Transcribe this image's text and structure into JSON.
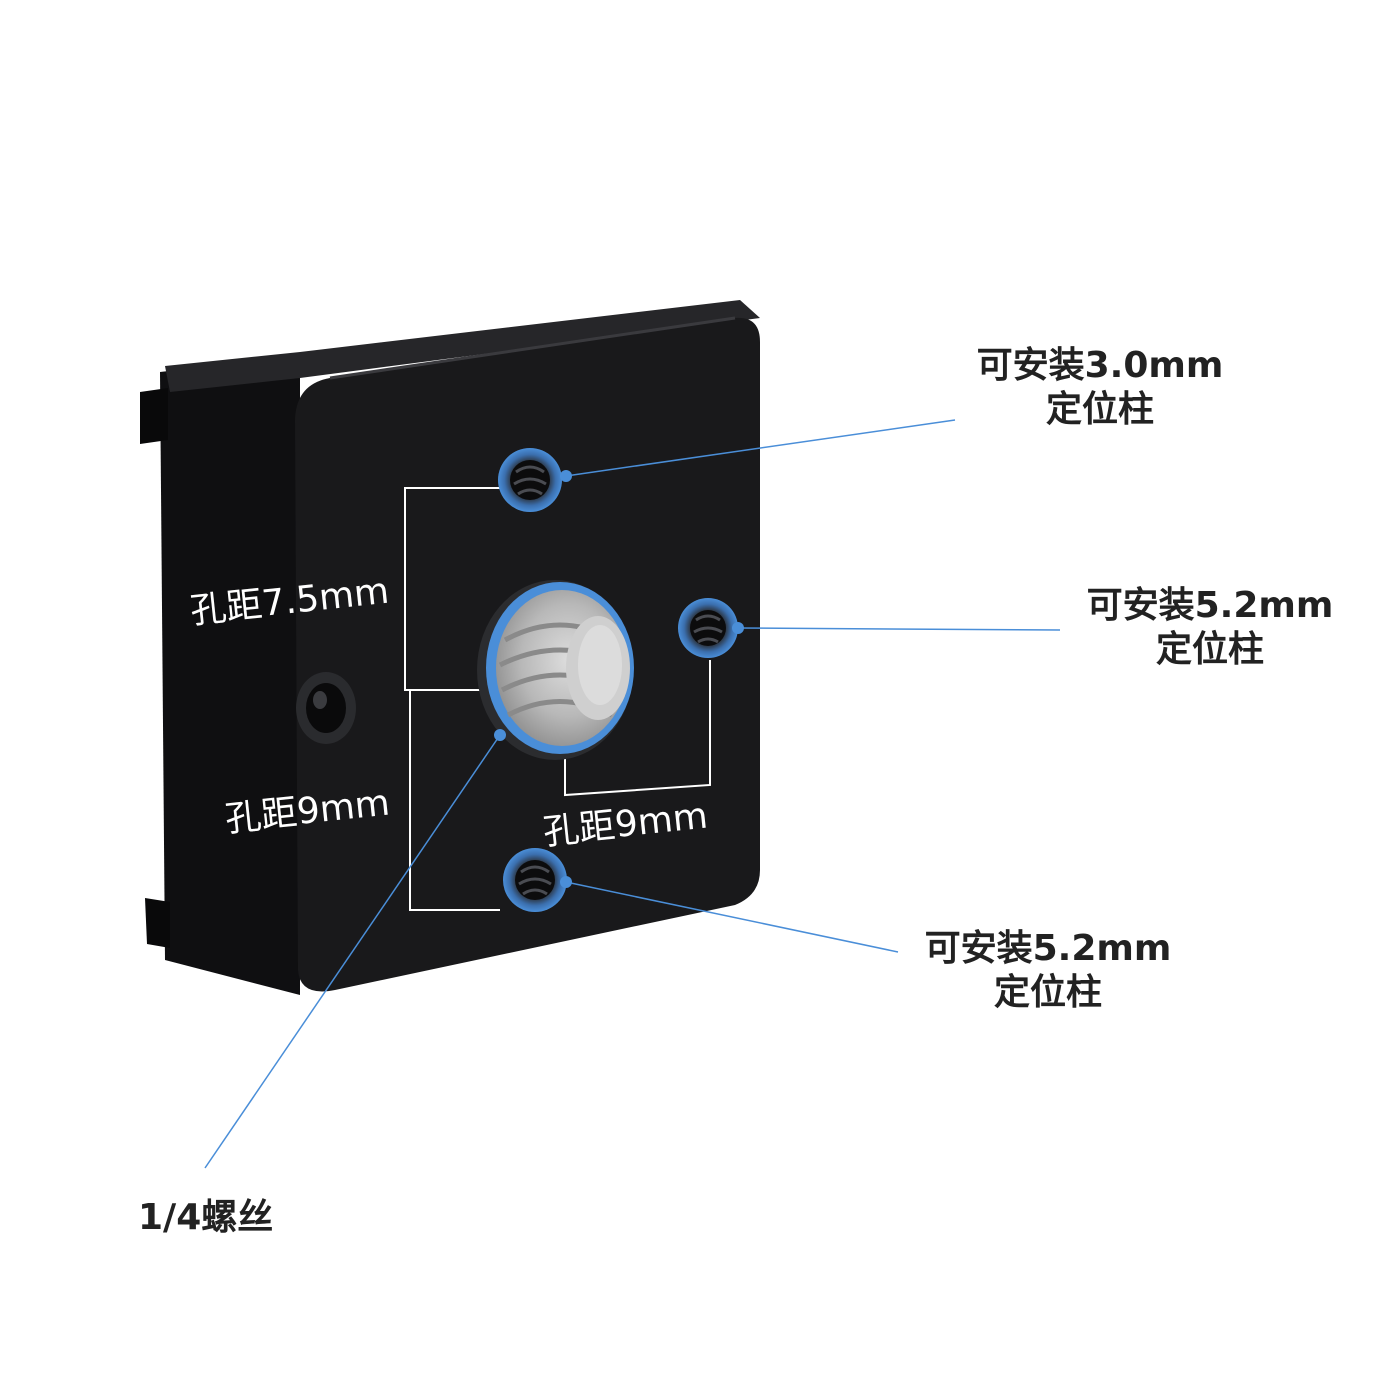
{
  "callouts": {
    "top_right": {
      "line1": "可安装3.0mm",
      "line2": "定位柱"
    },
    "mid_right": {
      "line1": "可安装5.2mm",
      "line2": "定位柱"
    },
    "bottom_right": {
      "line1": "可安装5.2mm",
      "line2": "定位柱"
    },
    "screw": {
      "label": "1/4螺丝"
    }
  },
  "dimensions": {
    "vertical_upper": "孔距7.5mm",
    "vertical_lower": "孔距9mm",
    "horizontal": "孔距9mm"
  },
  "colors": {
    "accent_blue": "#4a8ed8",
    "plate": "#161618",
    "text_dark": "#222222",
    "text_light": "#ffffff"
  }
}
